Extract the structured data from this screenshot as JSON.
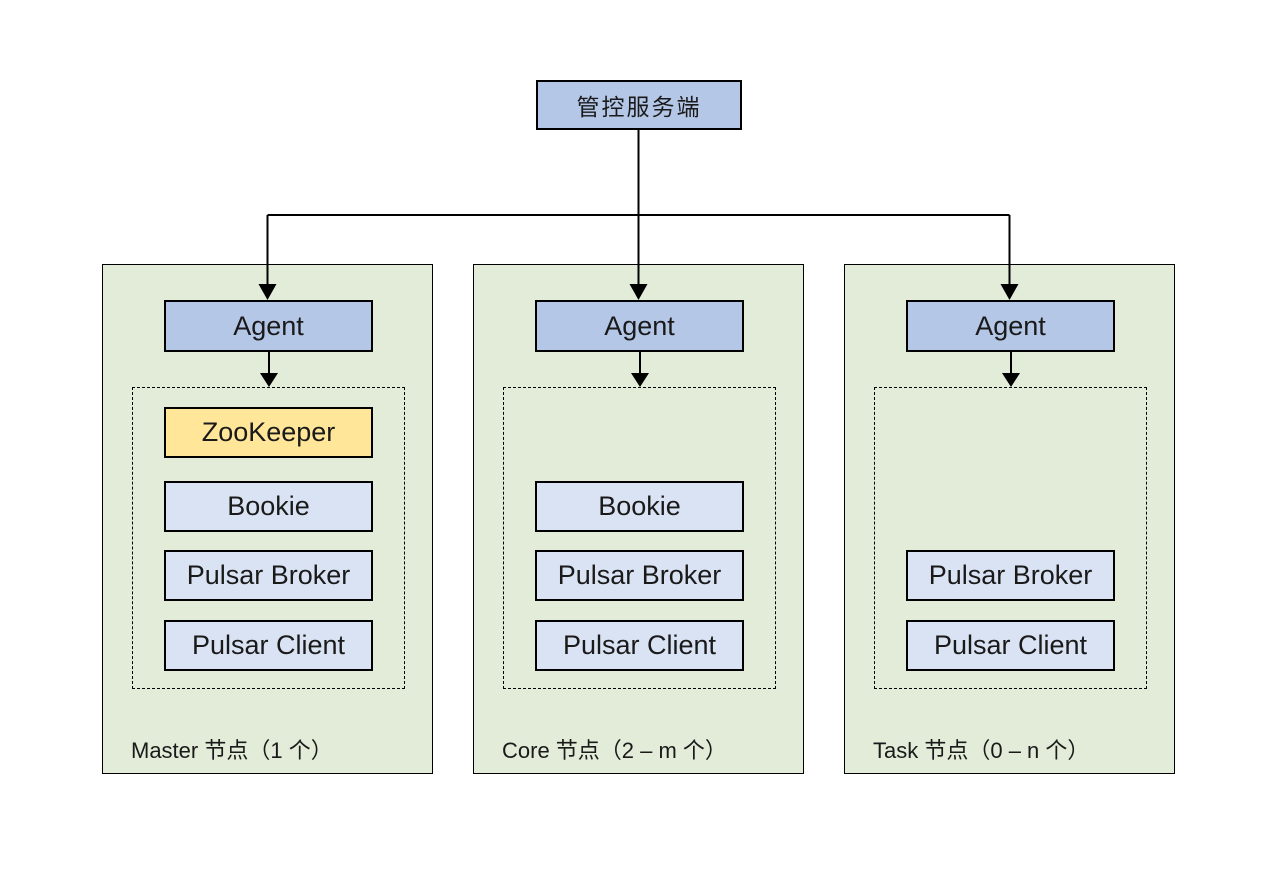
{
  "control_server": {
    "label": "管控服务端"
  },
  "panels": [
    {
      "id": "master",
      "agent_label": "Agent",
      "caption": "Master 节点（1 个）",
      "components": [
        {
          "label": "ZooKeeper",
          "highlight": true
        },
        {
          "label": "Bookie",
          "highlight": false
        },
        {
          "label": "Pulsar Broker",
          "highlight": false
        },
        {
          "label": "Pulsar Client",
          "highlight": false
        }
      ]
    },
    {
      "id": "core",
      "agent_label": "Agent",
      "caption": "Core 节点（2 – m 个）",
      "components": [
        {
          "label": "Bookie",
          "highlight": false
        },
        {
          "label": "Pulsar Broker",
          "highlight": false
        },
        {
          "label": "Pulsar Client",
          "highlight": false
        }
      ]
    },
    {
      "id": "task",
      "agent_label": "Agent",
      "caption": "Task 节点（0 – n 个）",
      "components": [
        {
          "label": "Pulsar Broker",
          "highlight": false
        },
        {
          "label": "Pulsar Client",
          "highlight": false
        }
      ]
    }
  ],
  "colors": {
    "server_fill": "#B4C7E7",
    "agent_fill": "#B4C7E7",
    "component_fill": "#DAE3F3",
    "highlight_fill": "#FFE699",
    "panel_fill": "#E2ECD9",
    "line": "#000000"
  }
}
